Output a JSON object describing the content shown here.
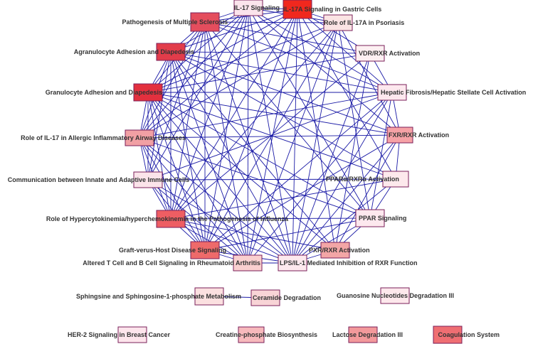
{
  "colors": {
    "edge": "#1a1aa6",
    "node_stroke": "#7a1f5a"
  },
  "nodes": [
    {
      "id": "il17sig",
      "label": "IL-17 Signaling",
      "color": "#fbe4ec"
    },
    {
      "id": "il17a_gastric",
      "label": "IL-17A Signaling in Gastric Cells",
      "color": "#f0281e"
    },
    {
      "id": "il17a_psoriasis",
      "label": "Role of IL-17A in Psoriasis",
      "color": "#fbe4e4"
    },
    {
      "id": "vdr",
      "label": "VDR/RXR Activation",
      "color": "#fdf0f2"
    },
    {
      "id": "hepatic",
      "label": "Hepatic Fibrosis/Hepatic Stellate Cell Activation",
      "color": "#fde8ee"
    },
    {
      "id": "fxr",
      "label": "FXR/RXR Activation",
      "color": "#f6a2a6"
    },
    {
      "id": "ppara",
      "label": "PPARα/RXRα Activation",
      "color": "#fde9ec"
    },
    {
      "id": "ppar",
      "label": "PPAR Signaling",
      "color": "#fde8ee"
    },
    {
      "id": "pxr",
      "label": "PXR/RXR Activation",
      "color": "#f3a6a6"
    },
    {
      "id": "lps",
      "label": "LPS/IL-1 Mediated Inhibition of RXR Function",
      "color": "#fde9ee"
    },
    {
      "id": "altered",
      "label": "Altered T Cell and B Cell Signaling in Rheumatoid Arthritis",
      "color": "#f9cfcf"
    },
    {
      "id": "gvhd",
      "label": "Graft-verus-Host Disease Signaling",
      "color": "#ee6a6a"
    },
    {
      "id": "hyper",
      "label": "Role of Hypercytokinemia/hyperchemokinemia in the Pathogenesis of Influenza",
      "color": "#ee5e63"
    },
    {
      "id": "communication",
      "label": "Communication between Innate and Adaptive Immune Cells",
      "color": "#fbe4ea"
    },
    {
      "id": "allergic",
      "label": "Role of IL-17 in Allergic Inflammatory Airway Diseases",
      "color": "#f1a0a4"
    },
    {
      "id": "granulocyte",
      "label": "Granulocyte Adhesion and Diapedesis",
      "color": "#e3303e"
    },
    {
      "id": "agranulocyte",
      "label": "Agranulocyte Adhesion and Diapedesis",
      "color": "#e23c4a"
    },
    {
      "id": "ms",
      "label": "Pathogenesis of Multiple Sclerosis",
      "color": "#e44d5d"
    },
    {
      "id": "sphingosine",
      "label": "Sphingsine and Sphingosine-1-phosphate Metabolism",
      "color": "#fbe0e0"
    },
    {
      "id": "ceramide",
      "label": "Ceramide Degradation",
      "color": "#f8d4d6"
    },
    {
      "id": "guanosine",
      "label": "Guanosine Nucleotides Degradation III",
      "color": "#fde8ec"
    },
    {
      "id": "her2",
      "label": "HER-2 Signaling in Breast Cancer",
      "color": "#fde5ec"
    },
    {
      "id": "creatine",
      "label": "Creatine-phosphate Biosynthesis",
      "color": "#f7b9bc"
    },
    {
      "id": "lactose",
      "label": "Lactose Degradation III",
      "color": "#f3999b"
    },
    {
      "id": "coagulation",
      "label": "Coagulation System",
      "color": "#ef6e72"
    }
  ],
  "edges": [
    [
      "il17sig",
      "il17a_gastric"
    ],
    [
      "il17sig",
      "il17a_psoriasis"
    ],
    [
      "il17sig",
      "hepatic"
    ],
    [
      "il17sig",
      "fxr"
    ],
    [
      "il17sig",
      "ppar"
    ],
    [
      "il17sig",
      "lps"
    ],
    [
      "il17sig",
      "altered"
    ],
    [
      "il17sig",
      "gvhd"
    ],
    [
      "il17sig",
      "hyper"
    ],
    [
      "il17sig",
      "communication"
    ],
    [
      "il17sig",
      "allergic"
    ],
    [
      "il17sig",
      "granulocyte"
    ],
    [
      "il17sig",
      "agranulocyte"
    ],
    [
      "il17sig",
      "ms"
    ],
    [
      "il17a_gastric",
      "il17a_psoriasis"
    ],
    [
      "il17a_gastric",
      "vdr"
    ],
    [
      "il17a_gastric",
      "hepatic"
    ],
    [
      "il17a_gastric",
      "ppara"
    ],
    [
      "il17a_gastric",
      "pxr"
    ],
    [
      "il17a_gastric",
      "lps"
    ],
    [
      "il17a_gastric",
      "altered"
    ],
    [
      "il17a_gastric",
      "gvhd"
    ],
    [
      "il17a_gastric",
      "hyper"
    ],
    [
      "il17a_gastric",
      "allergic"
    ],
    [
      "il17a_gastric",
      "granulocyte"
    ],
    [
      "il17a_gastric",
      "agranulocyte"
    ],
    [
      "il17a_gastric",
      "ms"
    ],
    [
      "il17a_psoriasis",
      "fxr"
    ],
    [
      "il17a_psoriasis",
      "ppar"
    ],
    [
      "il17a_psoriasis",
      "lps"
    ],
    [
      "il17a_psoriasis",
      "altered"
    ],
    [
      "il17a_psoriasis",
      "gvhd"
    ],
    [
      "il17a_psoriasis",
      "hyper"
    ],
    [
      "il17a_psoriasis",
      "allergic"
    ],
    [
      "il17a_psoriasis",
      "granulocyte"
    ],
    [
      "il17a_psoriasis",
      "ms"
    ],
    [
      "vdr",
      "ms"
    ],
    [
      "vdr",
      "hepatic"
    ],
    [
      "vdr",
      "lps"
    ],
    [
      "vdr",
      "granulocyte"
    ],
    [
      "vdr",
      "agranulocyte"
    ],
    [
      "vdr",
      "pxr"
    ],
    [
      "vdr",
      "hyper"
    ],
    [
      "hepatic",
      "granulocyte"
    ],
    [
      "hepatic",
      "agranulocyte"
    ],
    [
      "hepatic",
      "ms"
    ],
    [
      "hepatic",
      "lps"
    ],
    [
      "hepatic",
      "altered"
    ],
    [
      "hepatic",
      "gvhd"
    ],
    [
      "hepatic",
      "allergic"
    ],
    [
      "hepatic",
      "communication"
    ],
    [
      "hepatic",
      "fxr"
    ],
    [
      "hepatic",
      "ppar"
    ],
    [
      "fxr",
      "lps"
    ],
    [
      "fxr",
      "pxr"
    ],
    [
      "fxr",
      "ppara"
    ],
    [
      "fxr",
      "granulocyte"
    ],
    [
      "fxr",
      "agranulocyte"
    ],
    [
      "fxr",
      "gvhd"
    ],
    [
      "fxr",
      "allergic"
    ],
    [
      "ppara",
      "lps"
    ],
    [
      "ppara",
      "ppar"
    ],
    [
      "ppara",
      "hyper"
    ],
    [
      "ppara",
      "communication"
    ],
    [
      "ppara",
      "granulocyte"
    ],
    [
      "ppara",
      "agranulocyte"
    ],
    [
      "ppar",
      "lps"
    ],
    [
      "ppar",
      "pxr"
    ],
    [
      "ppar",
      "gvhd"
    ],
    [
      "ppar",
      "hyper"
    ],
    [
      "ppar",
      "allergic"
    ],
    [
      "ppar",
      "granulocyte"
    ],
    [
      "ppar",
      "ms"
    ],
    [
      "pxr",
      "lps"
    ],
    [
      "pxr",
      "agranulocyte"
    ],
    [
      "pxr",
      "granulocyte"
    ],
    [
      "pxr",
      "hyper"
    ],
    [
      "lps",
      "altered"
    ],
    [
      "lps",
      "gvhd"
    ],
    [
      "lps",
      "hyper"
    ],
    [
      "lps",
      "communication"
    ],
    [
      "lps",
      "allergic"
    ],
    [
      "lps",
      "granulocyte"
    ],
    [
      "lps",
      "agranulocyte"
    ],
    [
      "lps",
      "ms"
    ],
    [
      "altered",
      "gvhd"
    ],
    [
      "altered",
      "hyper"
    ],
    [
      "altered",
      "communication"
    ],
    [
      "altered",
      "allergic"
    ],
    [
      "altered",
      "granulocyte"
    ],
    [
      "altered",
      "agranulocyte"
    ],
    [
      "altered",
      "ms"
    ],
    [
      "gvhd",
      "hyper"
    ],
    [
      "gvhd",
      "communication"
    ],
    [
      "gvhd",
      "allergic"
    ],
    [
      "gvhd",
      "granulocyte"
    ],
    [
      "gvhd",
      "agranulocyte"
    ],
    [
      "gvhd",
      "ms"
    ],
    [
      "hyper",
      "communication"
    ],
    [
      "hyper",
      "allergic"
    ],
    [
      "hyper",
      "granulocyte"
    ],
    [
      "hyper",
      "agranulocyte"
    ],
    [
      "hyper",
      "ms"
    ],
    [
      "communication",
      "allergic"
    ],
    [
      "communication",
      "granulocyte"
    ],
    [
      "communication",
      "agranulocyte"
    ],
    [
      "communication",
      "ms"
    ],
    [
      "allergic",
      "granulocyte"
    ],
    [
      "allergic",
      "agranulocyte"
    ],
    [
      "allergic",
      "ms"
    ],
    [
      "granulocyte",
      "agranulocyte"
    ],
    [
      "granulocyte",
      "ms"
    ],
    [
      "agranulocyte",
      "ms"
    ],
    [
      "sphingosine",
      "ceramide"
    ]
  ]
}
